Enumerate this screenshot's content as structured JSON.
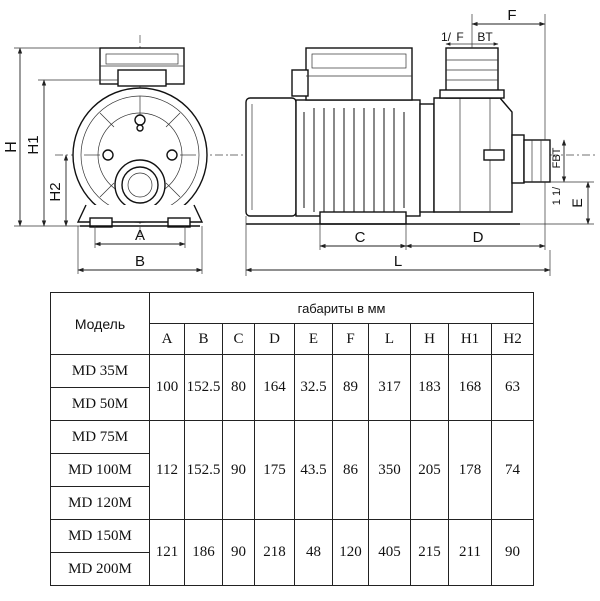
{
  "drawing": {
    "dimension_labels": {
      "H": "H",
      "H1": "H1",
      "H2": "H2",
      "A": "A",
      "B": "B",
      "C": "C",
      "D": "D",
      "L": "L",
      "F": "F",
      "E": "E",
      "thread_top": "1/",
      "thread_top_f": "F",
      "thread_top_bt": "BT",
      "thread_side": "1 1/",
      "thread_side_fbt": "FBT"
    }
  },
  "table": {
    "model_header": "Модель",
    "group_header": "габариты в мм",
    "columns": [
      "A",
      "B",
      "C",
      "D",
      "E",
      "F",
      "L",
      "H",
      "H1",
      "H2"
    ],
    "groups": [
      {
        "models": [
          "MD 35M",
          "MD 50M"
        ],
        "values": [
          "100",
          "152.5",
          "80",
          "164",
          "32.5",
          "89",
          "317",
          "183",
          "168",
          "63"
        ]
      },
      {
        "models": [
          "MD 75M",
          "MD 100M",
          "MD 120M"
        ],
        "values": [
          "112",
          "152.5",
          "90",
          "175",
          "43.5",
          "86",
          "350",
          "205",
          "178",
          "74"
        ]
      },
      {
        "models": [
          "MD 150M",
          "MD 200M"
        ],
        "values": [
          "121",
          "186",
          "90",
          "218",
          "48",
          "120",
          "405",
          "215",
          "211",
          "90"
        ]
      }
    ]
  }
}
